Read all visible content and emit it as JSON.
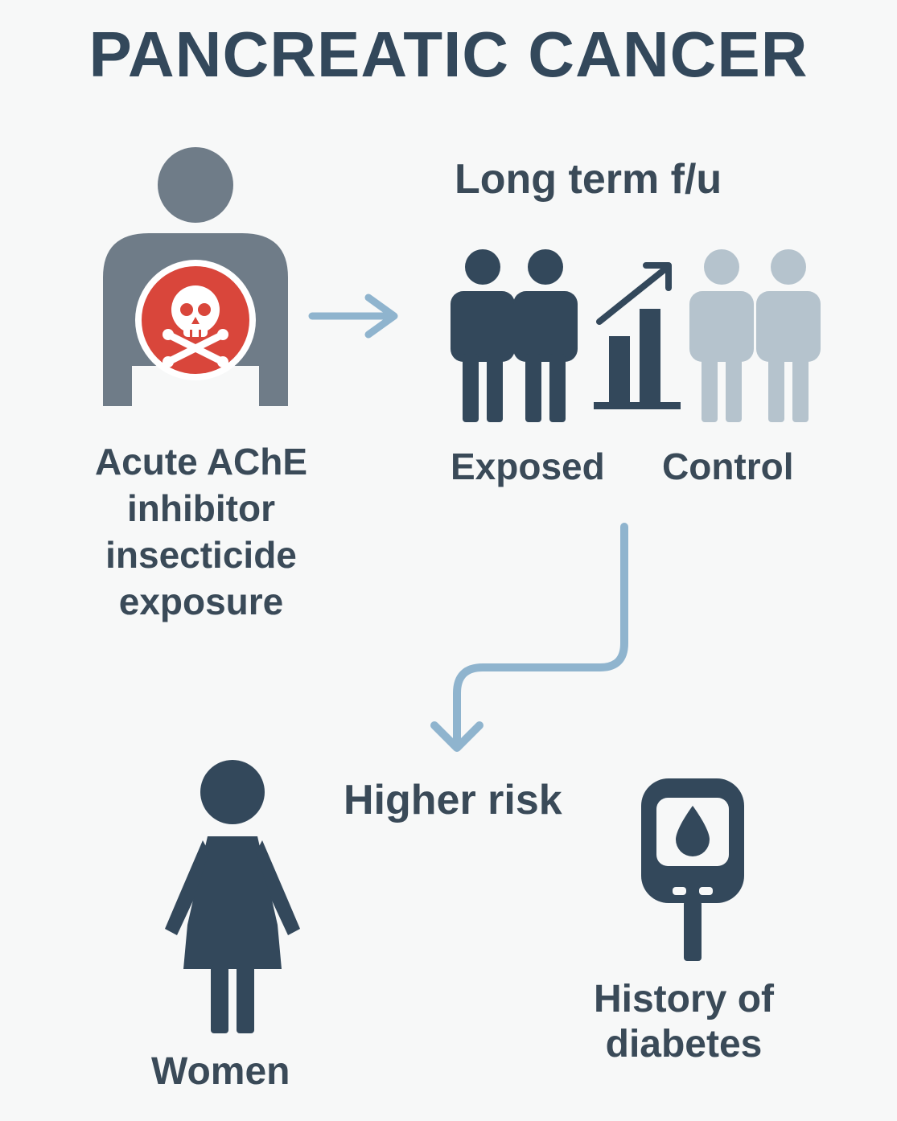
{
  "title": "PANCREATIC CANCER",
  "exposure": {
    "label": "Acute AChE inhibitor insecticide exposure",
    "badge_icon": "skull-crossbones-icon",
    "badge_color": "#d9463b"
  },
  "followup": {
    "label": "Long term f/u",
    "groups": [
      "Exposed",
      "Control"
    ]
  },
  "outcome": {
    "label": "Higher risk",
    "factors": [
      {
        "label": "Women",
        "icon": "woman-icon"
      },
      {
        "label": "History of diabetes",
        "icon": "glucometer-icon"
      }
    ]
  },
  "colors": {
    "title": "#33485b",
    "dark_figure": "#33485b",
    "body_gray": "#6f7c88",
    "light_figure": "#b5c3cd",
    "arrow": "#8fb4ce"
  }
}
